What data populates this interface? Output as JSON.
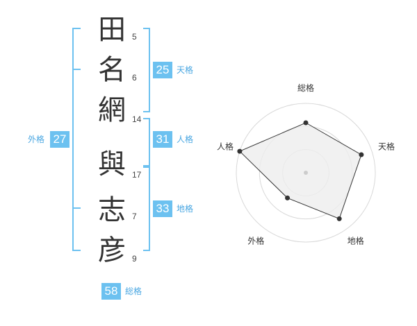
{
  "characters": [
    {
      "char": "田",
      "strokes": "5"
    },
    {
      "char": "名",
      "strokes": "6"
    },
    {
      "char": "網",
      "strokes": "14"
    },
    {
      "char": "與",
      "strokes": "17"
    },
    {
      "char": "志",
      "strokes": "7"
    },
    {
      "char": "彦",
      "strokes": "9"
    }
  ],
  "kakusu": {
    "tenkaku": {
      "value": "25",
      "label": "天格"
    },
    "jinkaku": {
      "value": "31",
      "label": "人格"
    },
    "chikaku": {
      "value": "33",
      "label": "地格"
    },
    "gaikaku": {
      "value": "27",
      "label": "外格"
    },
    "soukaku": {
      "value": "58",
      "label": "総格"
    }
  },
  "chart_data": {
    "type": "radar",
    "axes": [
      "総格",
      "天格",
      "地格",
      "外格",
      "人格"
    ],
    "values": [
      0.72,
      0.84,
      0.82,
      0.45,
      1.0
    ],
    "range": [
      0,
      1
    ],
    "rings": 3
  },
  "colors": {
    "accent": "#6cc1f0",
    "accent_text": "#4aa7e2",
    "ring": "#d8d8d8",
    "fill": "#eeeeee",
    "line": "#333333"
  }
}
